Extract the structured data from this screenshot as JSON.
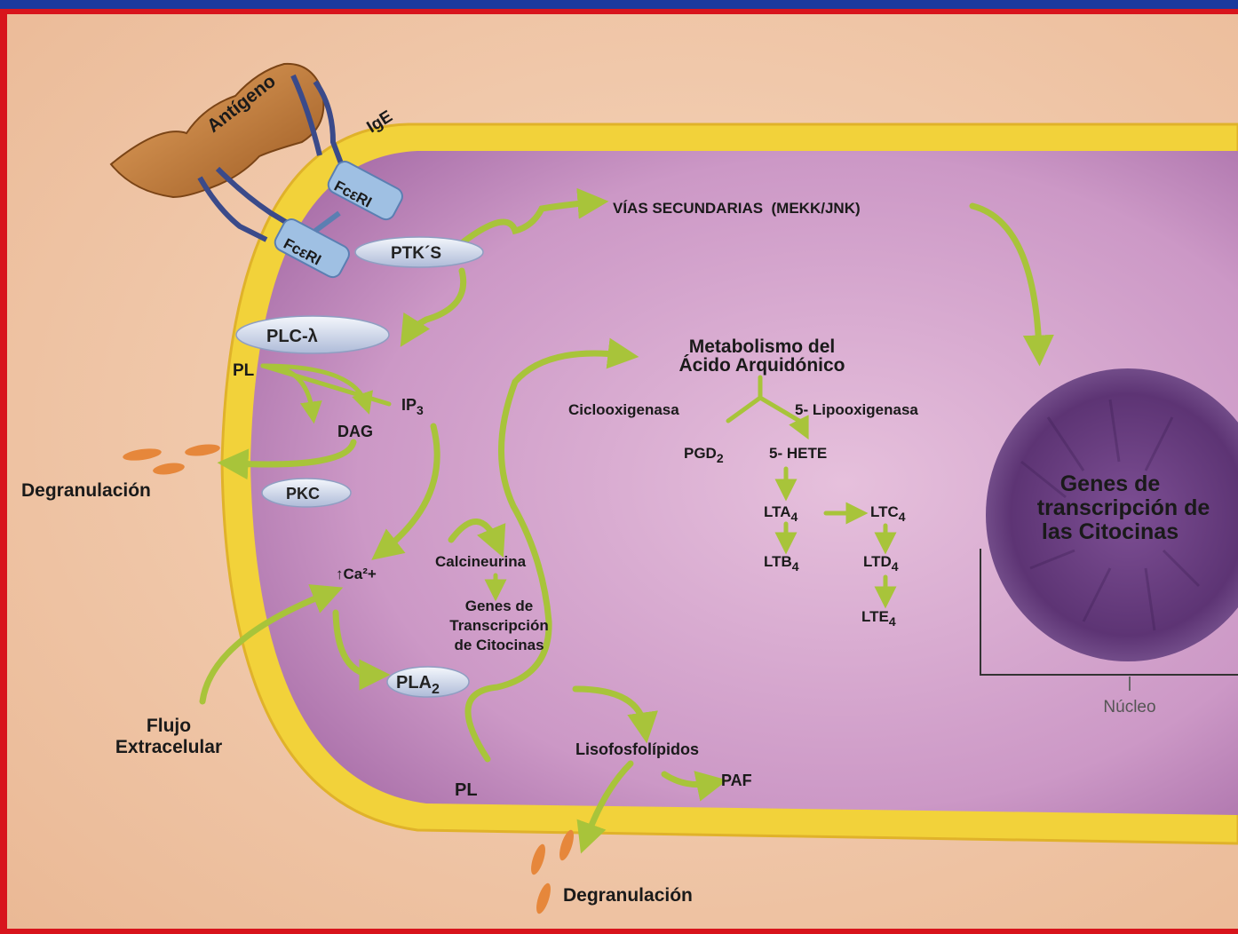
{
  "colors": {
    "frame_red": "#d8141c",
    "frame_blue": "#1b3a9e",
    "background": "#f1c9aa",
    "membrane": "#f2d23a",
    "cytoplasm": "#cf9cc8",
    "arrow": "#a8c43a",
    "pill": "#dfe6f4",
    "nucleus": "#6a3f7f"
  },
  "labels": {
    "antigen": "Antígeno",
    "ige": "IgE",
    "fceri_1": "FcεRI",
    "fceri_2": "FcεRI",
    "ptks": "PTK´S",
    "plc": "PLC-λ",
    "pl_top": "PL",
    "dag": "DAG",
    "ip3": "IP",
    "ip3_sub": "3",
    "degranulacion_left": "Degranulación",
    "pkc": "PKC",
    "ca": "↑Ca²+",
    "calcineurina": "Calcineurina",
    "genes_1": "Genes de",
    "genes_2": "Transcripción",
    "genes_3": "de Citocinas",
    "pla2": "PLA",
    "pla2_sub": "2",
    "flujo_1": "Flujo",
    "flujo_2": "Extracelular",
    "pl_bottom": "PL",
    "lisofosfolipidos": "Lisofosfolípidos",
    "paf": "PAF",
    "degranulacion_bottom": "Degranulación",
    "vias": "VÍAS SECUNDARIAS  (MEKK/JNK)",
    "metab_1": "Metabolismo del",
    "metab_2": "Ácido Arquidónico",
    "ciclo": "Ciclooxigenasa",
    "lipo": "5- Lipooxigenasa",
    "pgd2": "PGD",
    "pgd2_sub": "2",
    "hete": "5- HETE",
    "lta4": "LTA",
    "lta4_sub": "4",
    "ltc4": "LTC",
    "ltc4_sub": "4",
    "ltb4": "LTB",
    "ltb4_sub": "4",
    "ltd4": "LTD",
    "ltd4_sub": "4",
    "lte4": "LTE",
    "lte4_sub": "4",
    "nucleus_1": "Genes de",
    "nucleus_2": "transcripción de",
    "nucleus_3": "las Citocinas",
    "nucleo": "Núcleo"
  }
}
